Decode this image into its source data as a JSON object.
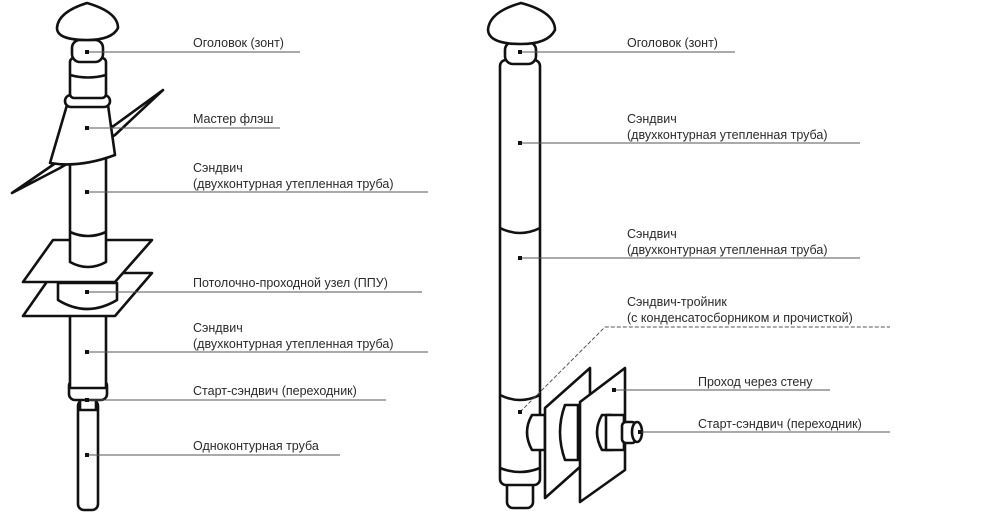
{
  "left_diagram": {
    "labels": [
      {
        "line1": "Оголовок (зонт)"
      },
      {
        "line1": "Мастер флэш"
      },
      {
        "line1": "Сэндвич",
        "line2": "(двухконтурная утепленная труба)"
      },
      {
        "line1": "Потолочно-проходной узел (ППУ)"
      },
      {
        "line1": "Сэндвич",
        "line2": "(двухконтурная утепленная труба)"
      },
      {
        "line1": "Старт-сэндвич (переходник)"
      },
      {
        "line1": "Одноконтурная труба"
      }
    ]
  },
  "right_diagram": {
    "labels": [
      {
        "line1": "Оголовок (зонт)"
      },
      {
        "line1": "Сэндвич",
        "line2": "(двухконтурная утепленная труба)"
      },
      {
        "line1": "Сэндвич",
        "line2": "(двухконтурная утепленная труба)"
      },
      {
        "line1": "Сэндвич-тройник",
        "line2": "(с конденсатосборником и прочисткой)"
      },
      {
        "line1": "Проход через стену"
      },
      {
        "line1": "Старт-сэндвич (переходник)"
      }
    ]
  }
}
